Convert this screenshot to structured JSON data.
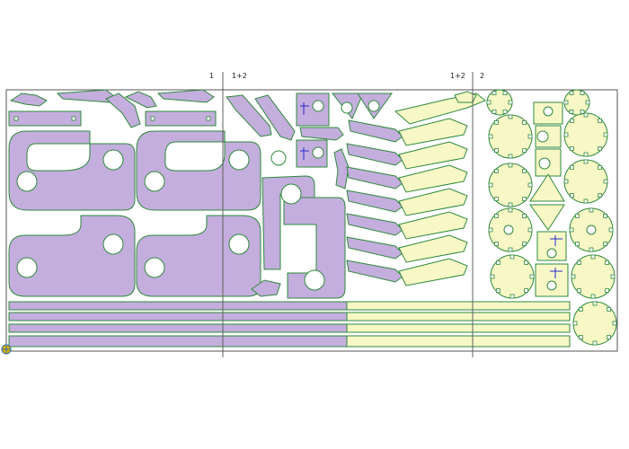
{
  "marker_labels": [
    "1",
    "1+2",
    "1+2",
    "2"
  ],
  "colors": {
    "background": "#ffffff",
    "sheet_border": "#555555",
    "group_1": "#c3aedd",
    "group_2": "#f7f8c6",
    "part_outline": "#2f8a3c",
    "marker_line": "#606060",
    "hole_fill": "#ffffff",
    "cross_mark": "#2a2ad0",
    "origin_marker": "#e0b000"
  },
  "icons": [
    "origin-marker-icon",
    "cross-mark-icon"
  ]
}
